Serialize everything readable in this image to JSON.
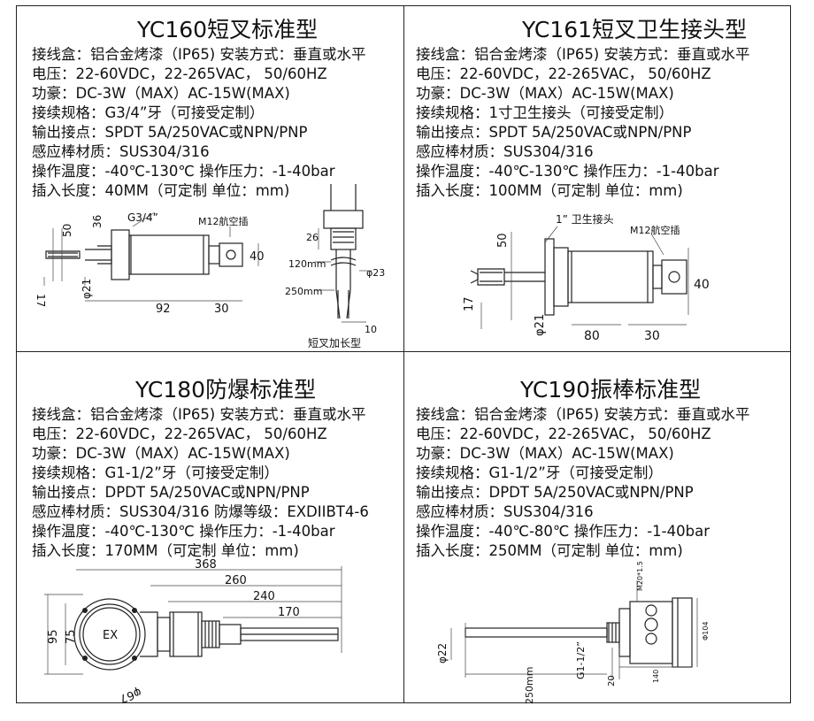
{
  "panels": [
    {
      "title": "YC160短叉标准型",
      "specs": [
        "接线盒：铝合金烤漆（IP65) 安装方式：垂直或水平",
        "电压：22-60VDC，22-265VAC， 50/60HZ",
        "功豪：DC-3W（MAX）AC-15W(MAX)",
        "接续规格：G3/4”牙（可接受定制）",
        "输出接点：SPDT 5A/250VAC或NPN/PNP",
        "感应棒材质：SUS304/316",
        "操作温度：-40℃-130℃  操作压力：-1-40bar",
        "插入长度：40MM（可定制 单位：mm)"
      ],
      "drawing": {
        "thread": "G3/4”",
        "connector": "M12航空插",
        "dims": [
          "36",
          "50",
          "17",
          "φ21",
          "92",
          "30",
          "40"
        ],
        "side_dims": [
          "26",
          "120mm",
          "φ23",
          "250mm",
          "10"
        ],
        "side_caption": "短叉加长型"
      }
    },
    {
      "title": "YC161短叉卫生接头型",
      "specs": [
        "接线盒：铝合金烤漆（IP65) 安装方式：垂直或水平",
        "电压：22-60VDC，22-265VAC， 50/60HZ",
        "功豪：DC-3W（MAX）AC-15W(MAX)",
        "接续规格：1寸卫生接头（可接受定制）",
        "输出接点：SPDT 5A/250VAC或NPN/PNP",
        "感应棒材质：SUS304/316",
        "操作温度：-40℃-130℃  操作压力：-1-40bar",
        "插入长度：100MM（可定制 单位：mm)"
      ],
      "drawing": {
        "fitting": "1”  卫生接头",
        "connector": "M12航空插",
        "dims": [
          "50",
          "17",
          "φ21",
          "80",
          "30",
          "40"
        ]
      }
    },
    {
      "title": "YC180防爆标准型",
      "specs": [
        "接线盒：铝合金烤漆（IP65) 安装方式：垂直或水平",
        "电压：22-60VDC，22-265VAC， 50/60HZ",
        "功豪：DC-3W（MAX）AC-15W(MAX)",
        "接续规格：G1-1/2”牙（可接受定制）",
        "输出接点：DPDT 5A/250VAC或NPN/PNP",
        "感应棒材质：SUS304/316 防爆等级：EXDIIBT4-6",
        "操作温度：-40℃-130℃  操作压力：-1-40bar",
        "插入长度：170MM（可定制 单位：mm)"
      ],
      "drawing": {
        "mark": "EX",
        "dims": [
          "368",
          "260",
          "240",
          "170",
          "95",
          "75",
          "φ67"
        ]
      }
    },
    {
      "title": "YC190振棒标准型",
      "specs": [
        "接线盒：铝合金烤漆（IP65) 安装方式：垂直或水平",
        "电压：22-60VDC，22-265VAC， 50/60HZ",
        "功豪：DC-3W（MAX）AC-15W(MAX)",
        "接续规格：G1-1/2”牙（可接受定制）",
        "输出接点：DPDT 5A/250VAC或NPN/PNP",
        "感应棒材质：SUS304/316",
        "操作温度：-40℃-80℃  操作压力：-1-40bar",
        "插入长度：250MM（可定制 单位：mm)"
      ],
      "drawing": {
        "dims": [
          "M20*1.5",
          "Φ104",
          "φ22",
          "G1-1/2”",
          "250mm",
          "20",
          "140"
        ]
      }
    }
  ]
}
